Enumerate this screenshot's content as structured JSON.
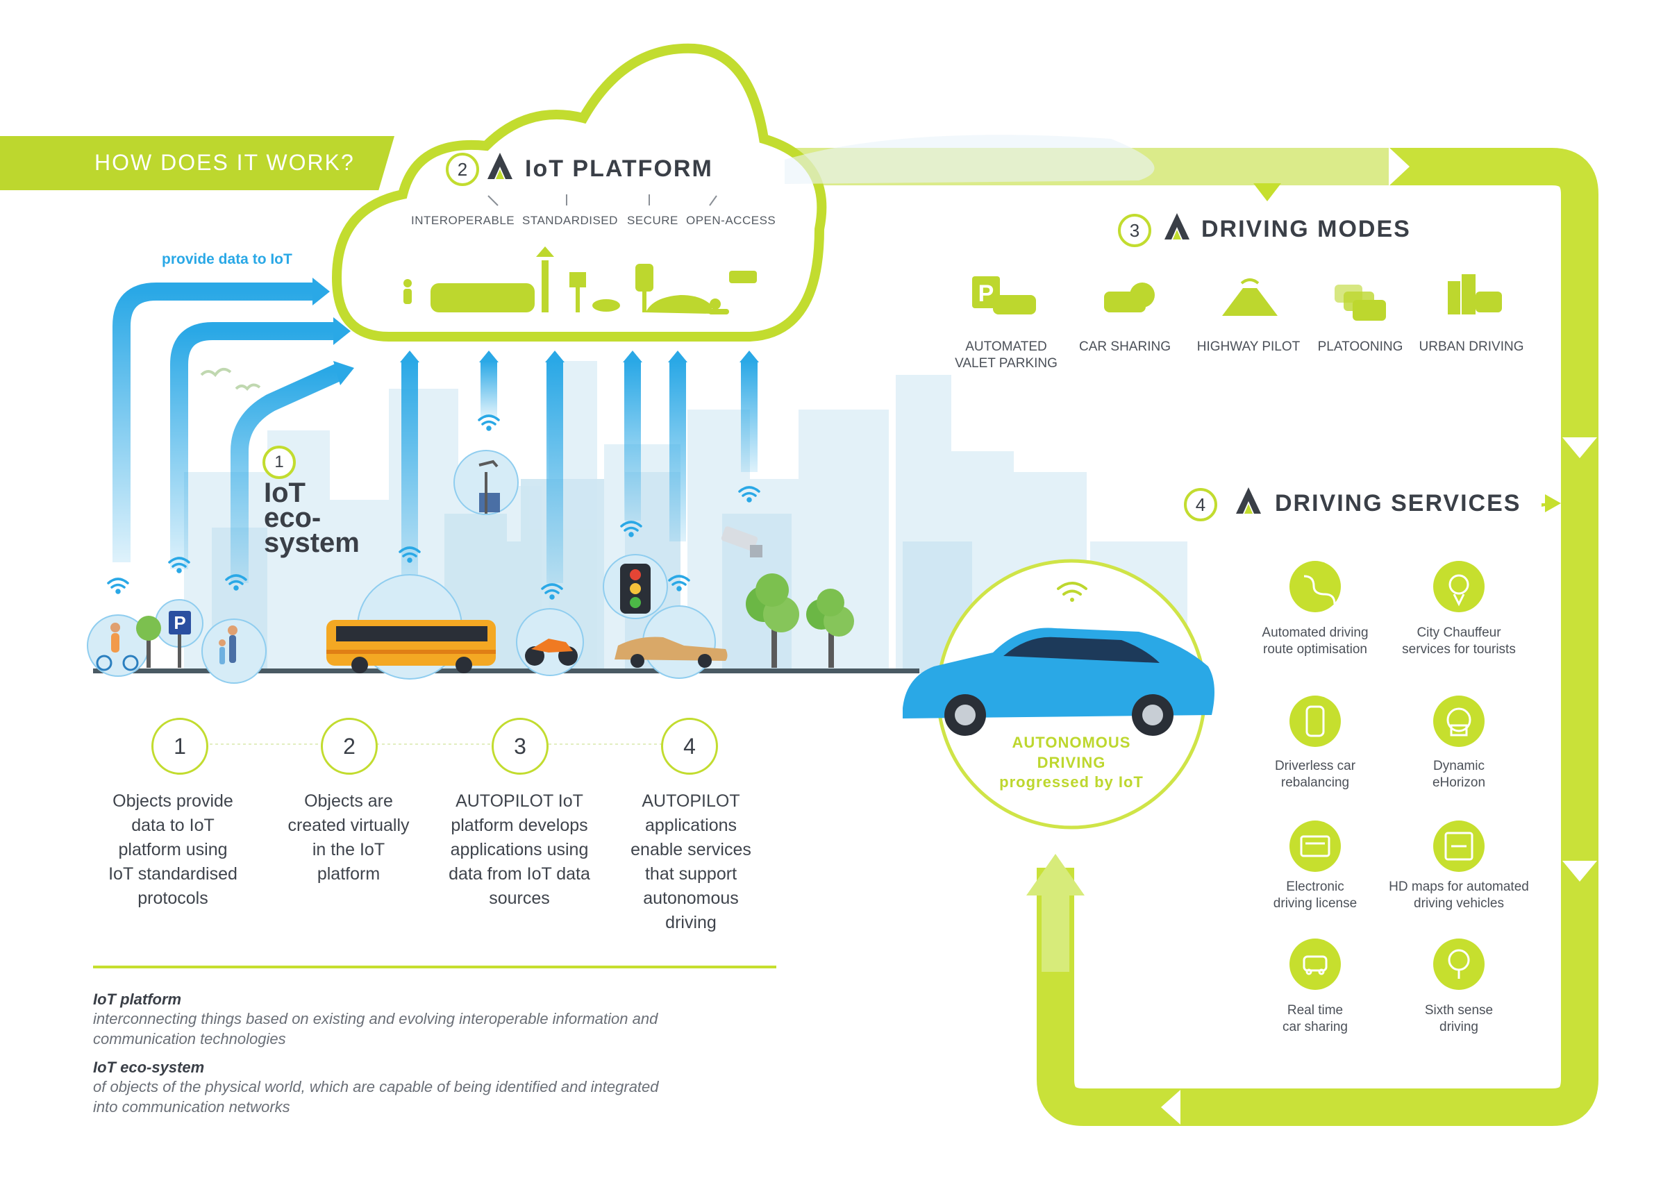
{
  "banner": {
    "title": "HOW DOES IT WORK?"
  },
  "platform": {
    "number": "2",
    "title": "IoT PLATFORM",
    "attributes": [
      "INTEROPERABLE",
      "STANDARDISED",
      "SECURE",
      "OPEN-ACCESS"
    ]
  },
  "ecosystem": {
    "number": "1",
    "title_lines": [
      "IoT",
      "eco-",
      "system"
    ],
    "arrow_label": "provide data to IoT"
  },
  "driving_modes": {
    "number": "3",
    "title": "DRIVING MODES",
    "items": [
      {
        "label_line1": "AUTOMATED",
        "label_line2": "VALET PARKING",
        "icon": "valet-parking-icon"
      },
      {
        "label_line1": "CAR SHARING",
        "label_line2": "",
        "icon": "car-sharing-icon"
      },
      {
        "label_line1": "HIGHWAY PILOT",
        "label_line2": "",
        "icon": "highway-pilot-icon"
      },
      {
        "label_line1": "PLATOONING",
        "label_line2": "",
        "icon": "platooning-icon"
      },
      {
        "label_line1": "URBAN DRIVING",
        "label_line2": "",
        "icon": "urban-driving-icon"
      }
    ]
  },
  "driving_services": {
    "number": "4",
    "title": "DRIVING SERVICES",
    "items": [
      {
        "line1": "Automated driving",
        "line2": "route optimisation",
        "icon": "route-icon"
      },
      {
        "line1": "City Chauffeur",
        "line2": "services for tourists",
        "icon": "chauffeur-icon"
      },
      {
        "line1": "Driverless car",
        "line2": "rebalancing",
        "icon": "driverless-car-icon"
      },
      {
        "line1": "Dynamic",
        "line2": "eHorizon",
        "icon": "ehorizon-icon"
      },
      {
        "line1": "Electronic",
        "line2": "driving license",
        "icon": "license-icon"
      },
      {
        "line1": "HD maps for automated",
        "line2": "driving vehicles",
        "icon": "hd-map-icon"
      },
      {
        "line1": "Real time",
        "line2": "car sharing",
        "icon": "real-time-sharing-icon"
      },
      {
        "line1": "Sixth sense",
        "line2": "driving",
        "icon": "sixth-sense-icon"
      }
    ]
  },
  "autonomous": {
    "line1": "AUTONOMOUS",
    "line2": "DRIVING",
    "line3": "progressed by IoT"
  },
  "steps": [
    {
      "number": "1",
      "lines": [
        "Objects provide",
        "data to IoT",
        "platform using",
        "IoT standardised",
        "protocols"
      ]
    },
    {
      "number": "2",
      "lines": [
        "Objects are",
        "created virtually",
        "in the IoT",
        "platform"
      ]
    },
    {
      "number": "3",
      "lines": [
        "AUTOPILOT IoT",
        "platform develops",
        "applications using",
        "data from IoT data",
        "sources"
      ]
    },
    {
      "number": "4",
      "lines": [
        "AUTOPILOT",
        "applications",
        "enable services",
        "that support",
        "autonomous",
        "driving"
      ]
    }
  ],
  "glossary": [
    {
      "term": "IoT platform",
      "definition_line1": "interconnecting things based on existing and evolving interoperable information and",
      "definition_line2": "communication technologies"
    },
    {
      "term": "IoT eco-system",
      "definition_line1": "of objects of the physical world, which are capable of being identified and integrated",
      "definition_line2": "into communication networks"
    }
  ],
  "colors": {
    "accent_green": "#bdd72e",
    "arrow_blue": "#2aa8e6",
    "text_dark": "#3a3f47",
    "city_light": "#dceef6"
  }
}
